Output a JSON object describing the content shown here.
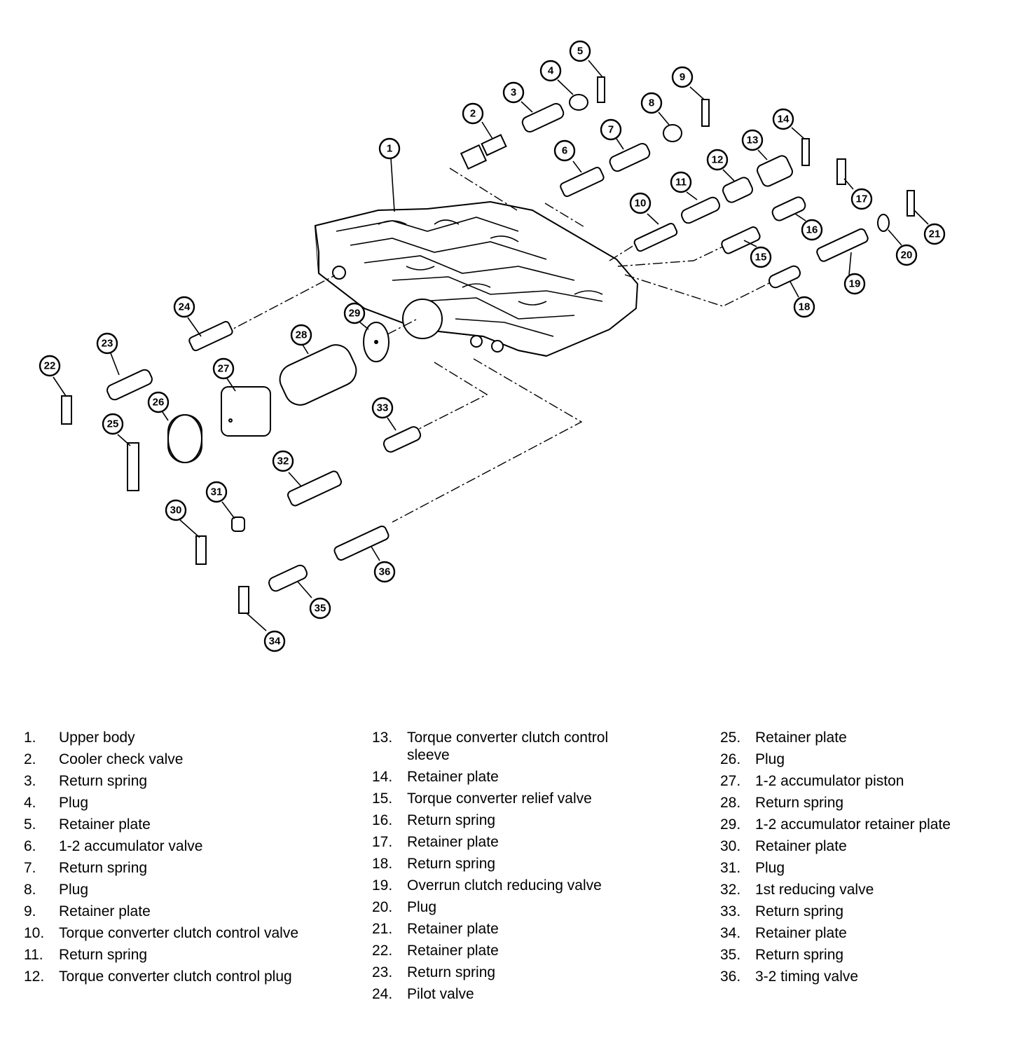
{
  "legend": [
    {
      "num": "1.",
      "label": "Upper body"
    },
    {
      "num": "2.",
      "label": "Cooler check valve"
    },
    {
      "num": "3.",
      "label": "Return spring"
    },
    {
      "num": "4.",
      "label": "Plug"
    },
    {
      "num": "5.",
      "label": "Retainer plate"
    },
    {
      "num": "6.",
      "label": "1-2 accumulator valve"
    },
    {
      "num": "7.",
      "label": "Return spring"
    },
    {
      "num": "8.",
      "label": "Plug"
    },
    {
      "num": "9.",
      "label": "Retainer plate"
    },
    {
      "num": "10.",
      "label": "Torque converter clutch control valve"
    },
    {
      "num": "11.",
      "label": "Return spring"
    },
    {
      "num": "12.",
      "label": "Torque converter clutch control plug"
    },
    {
      "num": "13.",
      "label": "Torque converter clutch control sleeve"
    },
    {
      "num": "14.",
      "label": "Retainer plate"
    },
    {
      "num": "15.",
      "label": "Torque converter relief valve"
    },
    {
      "num": "16.",
      "label": "Return spring"
    },
    {
      "num": "17.",
      "label": "Retainer plate"
    },
    {
      "num": "18.",
      "label": "Return spring"
    },
    {
      "num": "19.",
      "label": "Overrun clutch reducing valve"
    },
    {
      "num": "20.",
      "label": "Plug"
    },
    {
      "num": "21.",
      "label": "Retainer plate"
    },
    {
      "num": "22.",
      "label": "Retainer plate"
    },
    {
      "num": "23.",
      "label": "Return spring"
    },
    {
      "num": "24.",
      "label": "Pilot valve"
    },
    {
      "num": "25.",
      "label": "Retainer plate"
    },
    {
      "num": "26.",
      "label": "Plug"
    },
    {
      "num": "27.",
      "label": "1-2 accumulator piston"
    },
    {
      "num": "28.",
      "label": "Return spring"
    },
    {
      "num": "29.",
      "label": "1-2 accumulator retainer plate"
    },
    {
      "num": "30.",
      "label": "Retainer plate"
    },
    {
      "num": "31.",
      "label": "Plug"
    },
    {
      "num": "32.",
      "label": "1st reducing valve"
    },
    {
      "num": "33.",
      "label": "Return spring"
    },
    {
      "num": "34.",
      "label": "Retainer plate"
    },
    {
      "num": "35.",
      "label": "Return spring"
    },
    {
      "num": "36.",
      "label": "3-2 timing valve"
    }
  ],
  "callouts": [
    "1",
    "2",
    "3",
    "4",
    "5",
    "6",
    "7",
    "8",
    "9",
    "10",
    "11",
    "12",
    "13",
    "14",
    "15",
    "16",
    "17",
    "18",
    "19",
    "20",
    "21",
    "22",
    "23",
    "24",
    "25",
    "26",
    "27",
    "28",
    "29",
    "30",
    "31",
    "32",
    "33",
    "34",
    "35",
    "36"
  ]
}
